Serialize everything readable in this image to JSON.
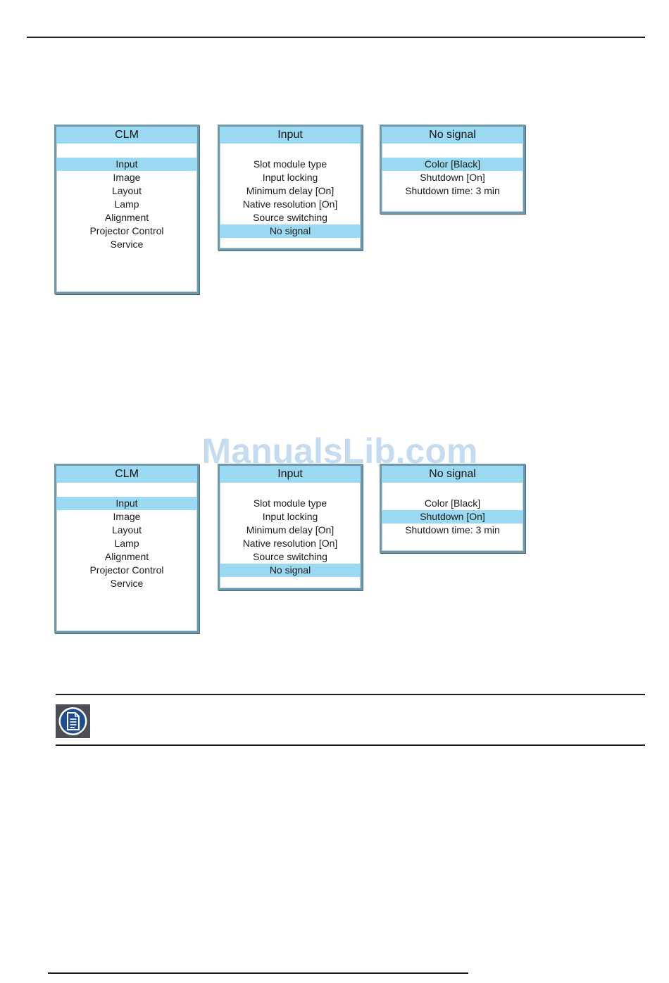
{
  "watermark": "ManualsLib.com",
  "rows": [
    {
      "clm_menu": {
        "title": "CLM",
        "items": [
          "Input",
          "Image",
          "Layout",
          "Lamp",
          "Alignment",
          "Projector Control",
          "Service"
        ],
        "selected_index": 0
      },
      "input_menu": {
        "title": "Input",
        "items": [
          "Slot module type",
          "Input locking",
          "Minimum delay [On]",
          "Native resolution [On]",
          "Source switching",
          "No signal"
        ],
        "selected_index": 5
      },
      "no_signal_menu": {
        "title": "No signal",
        "items": [
          "Color [Black]",
          "Shutdown [On]",
          "Shutdown time: 3 min"
        ],
        "selected_index": 0
      }
    },
    {
      "clm_menu": {
        "title": "CLM",
        "items": [
          "Input",
          "Image",
          "Layout",
          "Lamp",
          "Alignment",
          "Projector Control",
          "Service"
        ],
        "selected_index": 0
      },
      "input_menu": {
        "title": "Input",
        "items": [
          "Slot module type",
          "Input locking",
          "Minimum delay [On]",
          "Native resolution [On]",
          "Source switching",
          "No signal"
        ],
        "selected_index": 5
      },
      "no_signal_menu": {
        "title": "No signal",
        "items": [
          "Color [Black]",
          "Shutdown [On]",
          "Shutdown time: 3 min"
        ],
        "selected_index": 1
      }
    }
  ],
  "note": {
    "icon": "note-document-icon"
  },
  "colors": {
    "menu_title_bg": "#9bd9f2",
    "menu_selected_bg": "#9bd9f2",
    "menu_border": "#6f98aa",
    "note_icon_bg": "#4b4e54",
    "note_icon_circle": "#1f4d8f",
    "watermark": "#96bee4"
  }
}
